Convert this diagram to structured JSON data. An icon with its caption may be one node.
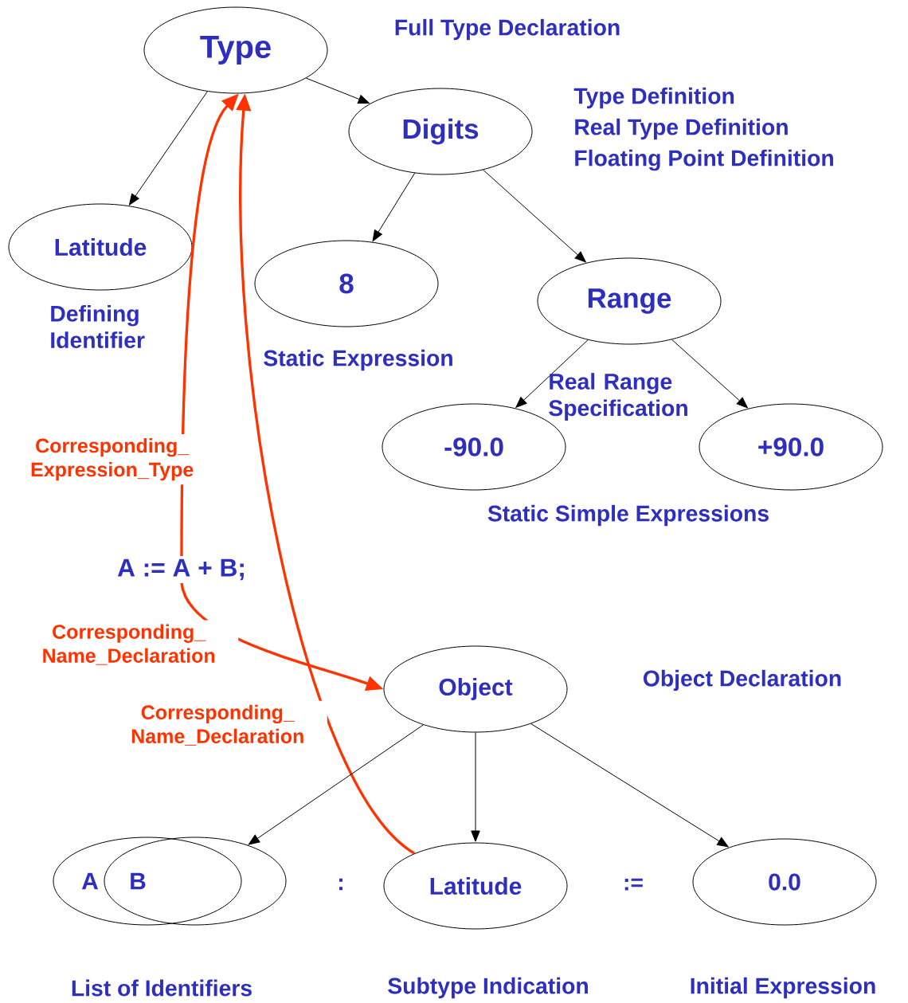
{
  "diagram": {
    "nodes": [
      {
        "text": [
          "Type"
        ]
      },
      {
        "text": [
          "Digits"
        ]
      },
      {
        "text": [
          "Latitude"
        ],
        "beside": [
          "Defining Identifier"
        ]
      },
      {
        "text": [
          "8"
        ],
        "beside": [
          "Static Expression"
        ]
      },
      {
        "text": [
          "Range"
        ]
      },
      {
        "text": [
          "-90.0"
        ]
      },
      {
        "text": [
          "+90.0"
        ]
      },
      {
        "text": [
          "Object"
        ]
      },
      {
        "text": [
          "A"
        ]
      },
      {
        "text": [
          "B"
        ]
      },
      {
        "text": [
          "Latitude"
        ]
      },
      {
        "text": [
          "0.0"
        ]
      },
      {
        "text": [
          "A := A + B;"
        ]
      }
    ],
    "edges": [
      {
        "from": 0,
        "to": 1,
        "arrow": "to"
      },
      {
        "from": 0,
        "to": 2,
        "arrow": "to"
      },
      {
        "from": 1,
        "to": 3,
        "arrow": "to"
      },
      {
        "from": 1,
        "to": 4,
        "arrow": "to"
      },
      {
        "from": 4,
        "to": 5,
        "arrow": "to"
      },
      {
        "from": 4,
        "to": 6,
        "arrow": "to"
      },
      {
        "from": 12,
        "to": 0,
        "arrow": "to",
        "label": "Corresponding_ Expression_Type",
        "style": "thick",
        "color": "#ff3300"
      },
      {
        "from": 12,
        "to": 7,
        "arrow": "to",
        "label": "Corresponding_ Name_Declaration",
        "style": "thick",
        "color": "#ff3300"
      },
      {
        "from": 10,
        "to": 0,
        "arrow": "to",
        "label": "Corresponding_ Name_Declaration",
        "style": "thick",
        "color": "#ff3300"
      },
      {
        "from": 7,
        "to": 9,
        "arrow": "to"
      },
      {
        "from": 7,
        "to": 10,
        "arrow": "to"
      },
      {
        "from": 7,
        "to": 11,
        "arrow": "to"
      }
    ],
    "labels": [
      "Full Type Declaration",
      "Type Definition",
      "Real Type Definition",
      "Floating Point Definition",
      "Real Range Specification",
      "Static Simple Expressions",
      "Object Declaration",
      ":",
      ":=",
      "List of Identifiers",
      "Subtype Indication",
      "Initial Expression"
    ]
  }
}
